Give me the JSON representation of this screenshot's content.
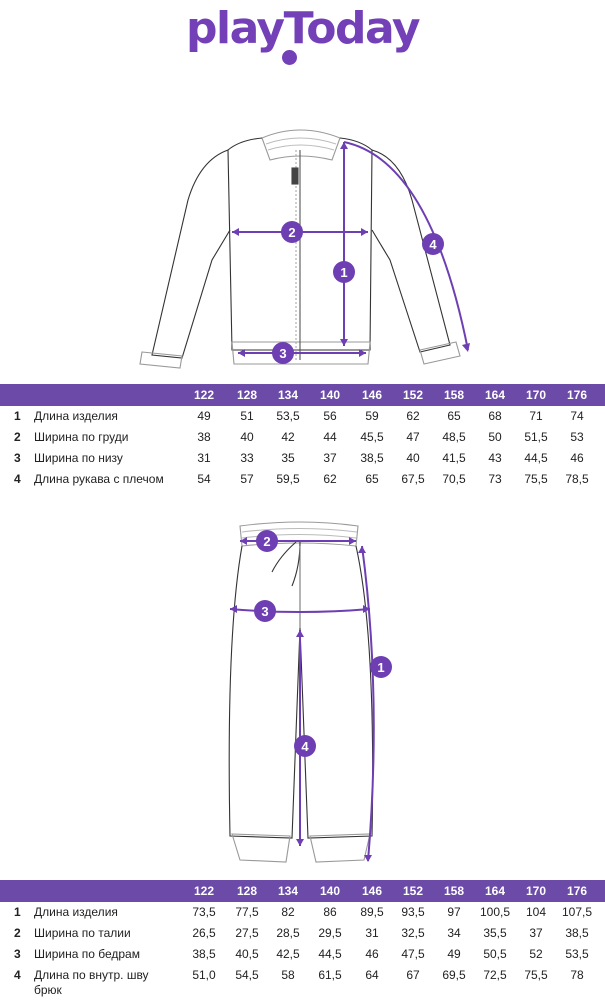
{
  "brand": {
    "name": "playToday"
  },
  "colors": {
    "accent": "#7340b8",
    "header": "#6b4aa8"
  },
  "jacket": {
    "markers": [
      "1",
      "2",
      "3",
      "4"
    ],
    "sizes": [
      "122",
      "128",
      "134",
      "140",
      "146",
      "152",
      "158",
      "164",
      "170",
      "176"
    ],
    "rows": [
      {
        "num": "1",
        "label": "Длина изделия",
        "values": [
          "49",
          "51",
          "53,5",
          "56",
          "59",
          "62",
          "65",
          "68",
          "71",
          "74"
        ]
      },
      {
        "num": "2",
        "label": "Ширина по груди",
        "values": [
          "38",
          "40",
          "42",
          "44",
          "45,5",
          "47",
          "48,5",
          "50",
          "51,5",
          "53"
        ]
      },
      {
        "num": "3",
        "label": "Ширина по низу",
        "values": [
          "31",
          "33",
          "35",
          "37",
          "38,5",
          "40",
          "41,5",
          "43",
          "44,5",
          "46"
        ]
      },
      {
        "num": "4",
        "label": "Длина рукава с плечом",
        "values": [
          "54",
          "57",
          "59,5",
          "62",
          "65",
          "67,5",
          "70,5",
          "73",
          "75,5",
          "78,5"
        ]
      }
    ]
  },
  "pants": {
    "markers": [
      "1",
      "2",
      "3",
      "4"
    ],
    "sizes": [
      "122",
      "128",
      "134",
      "140",
      "146",
      "152",
      "158",
      "164",
      "170",
      "176"
    ],
    "rows": [
      {
        "num": "1",
        "label": "Длина изделия",
        "values": [
          "73,5",
          "77,5",
          "82",
          "86",
          "89,5",
          "93,5",
          "97",
          "100,5",
          "104",
          "107,5"
        ]
      },
      {
        "num": "2",
        "label": "Ширина по талии",
        "values": [
          "26,5",
          "27,5",
          "28,5",
          "29,5",
          "31",
          "32,5",
          "34",
          "35,5",
          "37",
          "38,5"
        ]
      },
      {
        "num": "3",
        "label": "Ширина по бедрам",
        "values": [
          "38,5",
          "40,5",
          "42,5",
          "44,5",
          "46",
          "47,5",
          "49",
          "50,5",
          "52",
          "53,5"
        ]
      },
      {
        "num": "4",
        "label": "Длина по внутр. шву",
        "label2": "брюк",
        "values": [
          "51,0",
          "54,5",
          "58",
          "61,5",
          "64",
          "67",
          "69,5",
          "72,5",
          "75,5",
          "78"
        ]
      }
    ]
  }
}
